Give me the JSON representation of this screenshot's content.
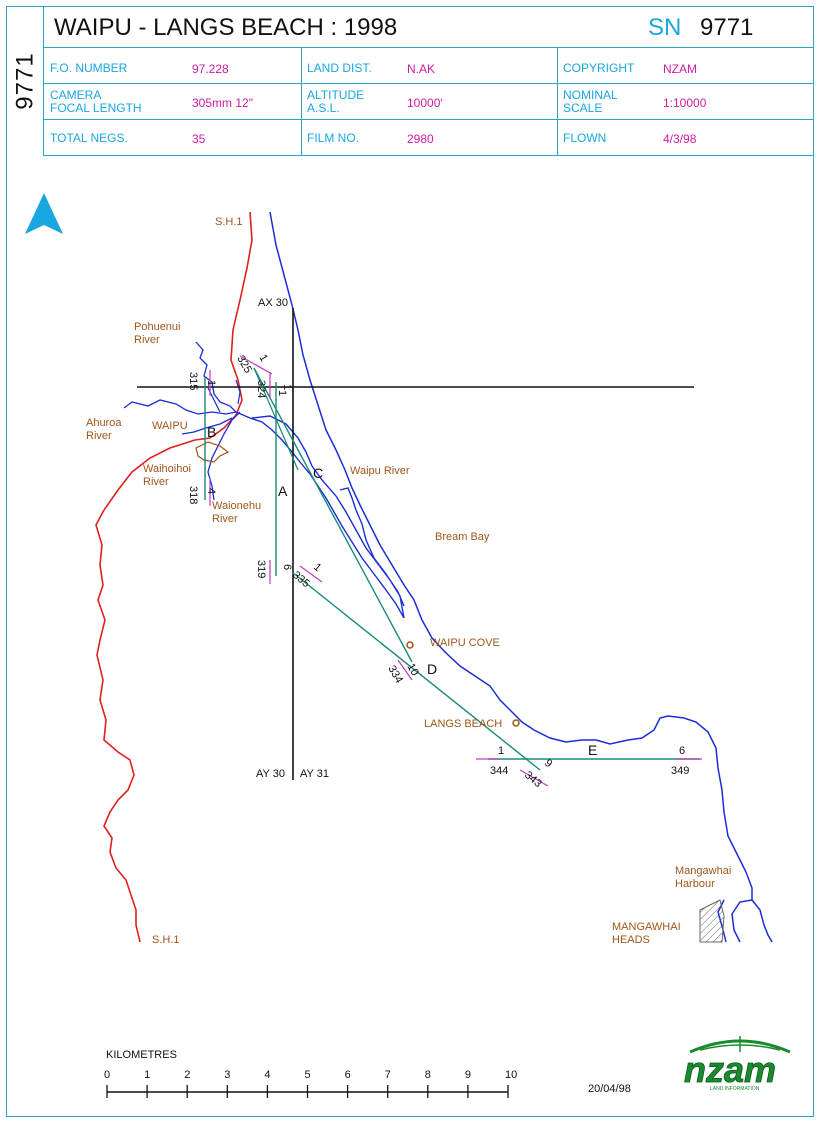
{
  "spine": {
    "number": "9771"
  },
  "header": {
    "title": "WAIPU - LANGS BEACH : 1998",
    "sn_label": "SN",
    "sn_value": "9771"
  },
  "fields": [
    {
      "label": "F.O. NUMBER",
      "value": "97.228"
    },
    {
      "label": "LAND DIST.",
      "value": "N.AK"
    },
    {
      "label": "COPYRIGHT",
      "value": "NZAM"
    },
    {
      "label": "CAMERA\nFOCAL LENGTH",
      "value": "305mm  12\""
    },
    {
      "label": "ALTITUDE\nA.S.L.",
      "value": "10000'"
    },
    {
      "label": "NOMINAL\nSCALE",
      "value": "1:10000"
    },
    {
      "label": "TOTAL NEGS.",
      "value": "35"
    },
    {
      "label": "FILM NO.",
      "value": "2980"
    },
    {
      "label": "FLOWN",
      "value": "4/3/98"
    }
  ],
  "north": {
    "label": "N",
    "color": "#1aa6e0"
  },
  "colors": {
    "road": "#e01f1f",
    "water": "#1a2ed6",
    "place": "#a0561a",
    "run": "#178a7a",
    "neg": "#c23bc2",
    "accent": "#1aa6e0"
  },
  "places": {
    "sh1_top": "S.H.1",
    "sh1_bottom": "S.H.1",
    "pohuenui_1": "Pohuenui",
    "pohuenui_2": "River",
    "ahuroa_1": "Ahuroa",
    "ahuroa_2": "River",
    "waipu": "WAIPU",
    "waihoihoi_1": "Waihoihoi",
    "waihoihoi_2": "River",
    "waionehu_1": "Waionehu",
    "waionehu_2": "River",
    "waipu_river": "Waipu River",
    "bream_bay": "Bream Bay",
    "waipu_cove": "WAIPU COVE",
    "langs_beach": "LANGS BEACH",
    "mangawhai_harbour_1": "Mangawhai",
    "mangawhai_harbour_2": "Harbour",
    "mangawhai_heads_1": "MANGAWHAI",
    "mangawhai_heads_2": "HEADS"
  },
  "grid": {
    "ax30": "AX 30",
    "ay30": "AY 30",
    "ay31": "AY 31",
    "row_start": "1"
  },
  "runs": {
    "A": {
      "letter": "A",
      "first": "324",
      "last": "319",
      "first_no": "1",
      "last_no": "6"
    },
    "B": {
      "letter": "B",
      "first": "315",
      "last": "318",
      "first_no": "1",
      "last_no": "4"
    },
    "C": {
      "letter": "C",
      "first": "325",
      "last": "334",
      "first_no": "1",
      "last_no": "10"
    },
    "D": {
      "letter": "D",
      "first": "335",
      "last": "343",
      "first_no": "1",
      "last_no": "9"
    },
    "E": {
      "letter": "E",
      "first": "344",
      "last": "349",
      "first_no": "1",
      "last_no": "6"
    }
  },
  "scale": {
    "title": "KILOMETRES",
    "ticks": [
      "0",
      "1",
      "2",
      "3",
      "4",
      "5",
      "6",
      "7",
      "8",
      "9",
      "10"
    ]
  },
  "date": "20/04/98",
  "logo": {
    "text": "nzam",
    "subtext": "LAND INFORMATION"
  }
}
